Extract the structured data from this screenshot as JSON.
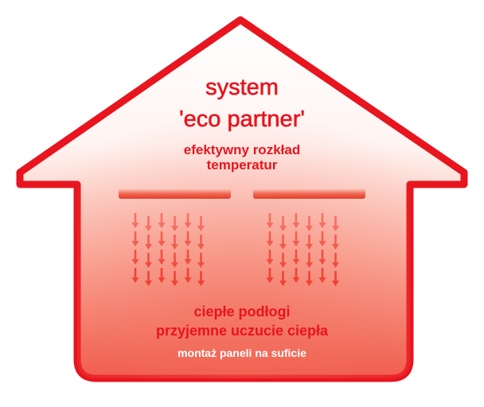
{
  "title_line1": "system",
  "title_line2": "'eco partner'",
  "subtitle_line1": "efektywny rozkład",
  "subtitle_line2": "temperatur",
  "bottom_line1": "ciepłe podłogi",
  "bottom_line2": "przyjemne uczucie ciepła",
  "bottom_line3": "montaż paneli na suficie",
  "colors": {
    "outline": "#e8141e",
    "fill_top": "#ffffff",
    "fill_bottom": "#f05a4a",
    "arrow": "#ee3a2c",
    "text": "#e8141e",
    "text_light": "#ffffff"
  },
  "heat_panels": {
    "count": 2,
    "arrow_columns_per_panel": 6,
    "arrow_rows": 4
  }
}
